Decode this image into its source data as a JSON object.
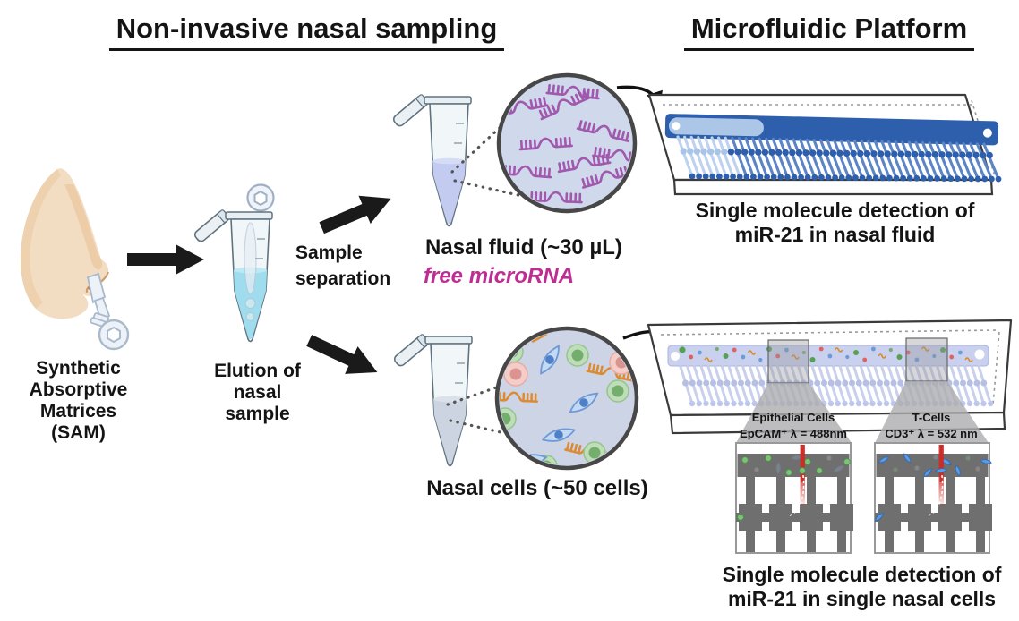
{
  "figure": {
    "section_left_title": "Non-invasive nasal sampling",
    "section_right_title": "Microfluidic Platform"
  },
  "sampling": {
    "sam_label": "Synthetic\nAbsorptive\nMatrices\n(SAM)",
    "elution_label": "Elution of\nnasal\nsample",
    "separation_label": "Sample\nseparation",
    "nasal_fluid_label": "Nasal fluid (~30 µL)",
    "free_microrna_label": "free microRNA",
    "nasal_cells_label": "Nasal cells (~50 cells)"
  },
  "platform": {
    "fluid_chip_caption": "Single molecule detection of\nmiR-21 in nasal fluid",
    "cells_chip_caption": "Single molecule detection of\nmiR-21 in single nasal cells",
    "epithelial_label": "Epithelial Cells\nEpCAM⁺ λ = 488nm",
    "tcells_label": "T-Cells\nCD3⁺ λ = 532 nm"
  },
  "colors": {
    "accent_magenta": "#BE2E92",
    "microrna_purple": "#A159AE",
    "microrna_orange": "#DB8B33",
    "chip_channel_blue": "#2E5FAD",
    "laser_red": "#CC2B25"
  }
}
